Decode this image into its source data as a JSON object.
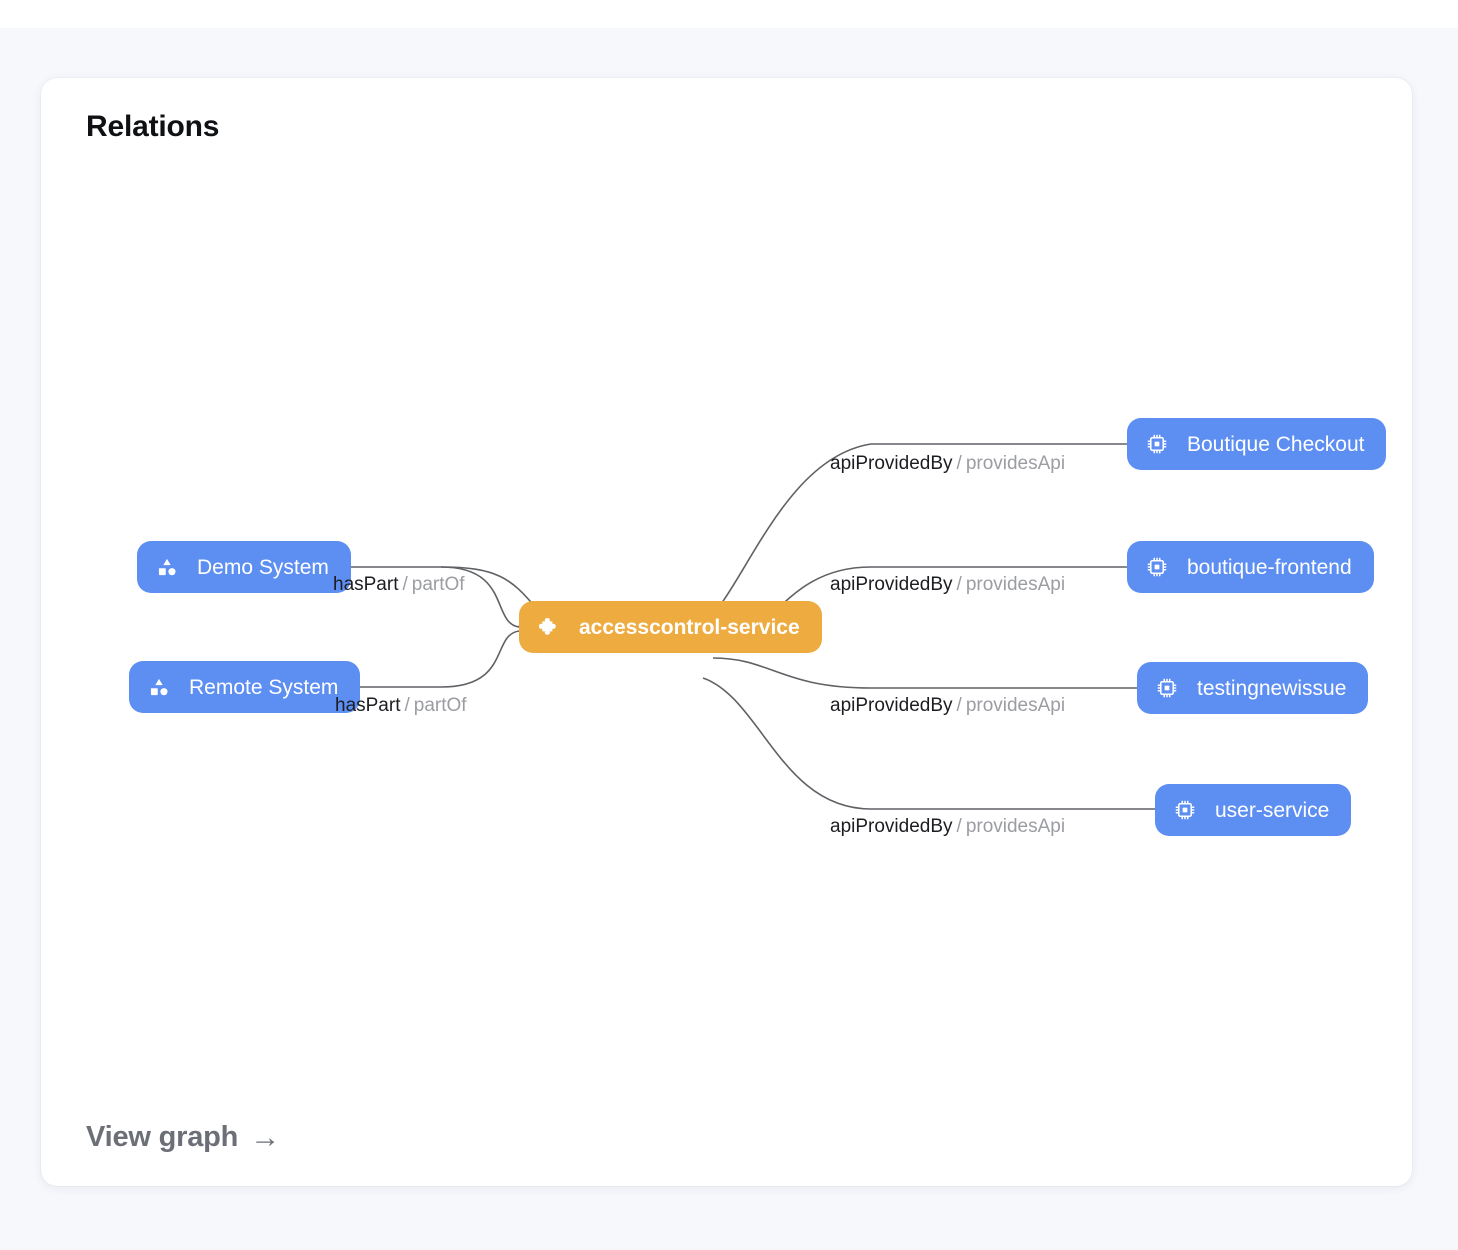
{
  "card": {
    "title": "Relations",
    "footer": {
      "label": "View graph",
      "arrow": "→",
      "icon": "arrow-right-icon"
    }
  },
  "colors": {
    "page_background": "#ffffff",
    "backdrop": "#f7f8fc",
    "card_background": "#ffffff",
    "node_blue": "#5d8ef2",
    "node_orange": "#eeab40",
    "edge_stroke": "#5f6165",
    "label_forward": "#1c1d21",
    "label_reverse": "#9b9da3",
    "footer_text": "#6c6f77"
  },
  "graph": {
    "focus_node": {
      "id": "accesscontrol-service",
      "label": "accesscontrol-service",
      "kind": "component",
      "icon": "puzzle-piece-icon",
      "color": "#eeab40"
    },
    "nodes": [
      {
        "id": "demo-system",
        "label": "Demo System",
        "kind": "system",
        "icon": "category-shapes-icon",
        "color": "#5d8ef2",
        "side": "left"
      },
      {
        "id": "remote-system",
        "label": "Remote System",
        "kind": "system",
        "icon": "category-shapes-icon",
        "color": "#5d8ef2",
        "side": "left"
      },
      {
        "id": "boutique-checkout",
        "label": "Boutique Checkout",
        "kind": "api",
        "icon": "cpu-chip-icon",
        "color": "#5d8ef2",
        "side": "right"
      },
      {
        "id": "boutique-frontend",
        "label": "boutique-frontend",
        "kind": "api",
        "icon": "cpu-chip-icon",
        "color": "#5d8ef2",
        "side": "right"
      },
      {
        "id": "testingnewissue",
        "label": "testingnewissue",
        "kind": "api",
        "icon": "cpu-chip-icon",
        "color": "#5d8ef2",
        "side": "right"
      },
      {
        "id": "user-service",
        "label": "user-service",
        "kind": "api",
        "icon": "cpu-chip-icon",
        "color": "#5d8ef2",
        "side": "right"
      }
    ],
    "edges": [
      {
        "id": "edge-demo-system",
        "from": "demo-system",
        "to": "accesscontrol-service",
        "forward": "hasPart",
        "separator": "/",
        "reverse": "partOf"
      },
      {
        "id": "edge-remote-system",
        "from": "remote-system",
        "to": "accesscontrol-service",
        "forward": "hasPart",
        "separator": "/",
        "reverse": "partOf"
      },
      {
        "id": "edge-boutique-checkout",
        "from": "accesscontrol-service",
        "to": "boutique-checkout",
        "forward": "apiProvidedBy",
        "separator": "/",
        "reverse": "providesApi"
      },
      {
        "id": "edge-boutique-frontend",
        "from": "accesscontrol-service",
        "to": "boutique-frontend",
        "forward": "apiProvidedBy",
        "separator": "/",
        "reverse": "providesApi"
      },
      {
        "id": "edge-testingnewissue",
        "from": "accesscontrol-service",
        "to": "testingnewissue",
        "forward": "apiProvidedBy",
        "separator": "/",
        "reverse": "providesApi"
      },
      {
        "id": "edge-user-service",
        "from": "accesscontrol-service",
        "to": "user-service",
        "forward": "apiProvidedBy",
        "separator": "/",
        "reverse": "providesApi"
      }
    ]
  }
}
